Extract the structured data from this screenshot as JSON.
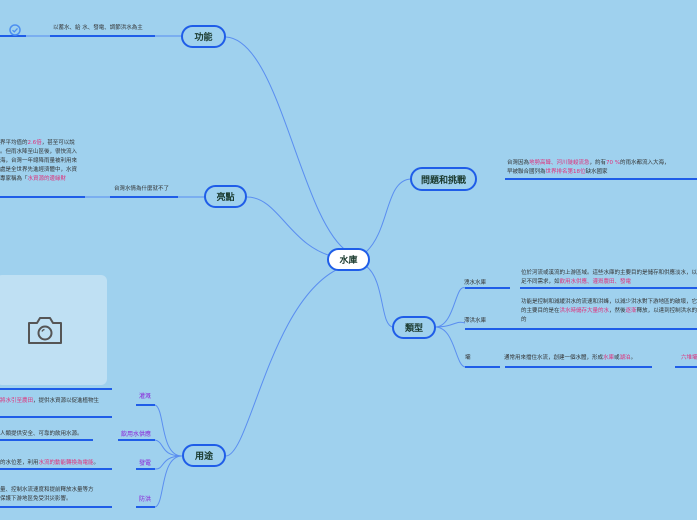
{
  "root": {
    "label": "水庫"
  },
  "branches": {
    "function": {
      "label": "功能",
      "child": "以蓄水、給 水、發電、調節洪水為主"
    },
    "highlight": {
      "label": "亮點",
      "child": "台灣水情為什麼就不了",
      "note_lines": [
        "界平均值的",
        "2.6倍",
        "，甚至可以說",
        "。但雨水降至山區後，很快流入",
        "海，台灣一年總降雨量被利用來",
        "處是全世界先進經濟體中，水資",
        "專家稱為「",
        "水資源的邊緣財"
      ]
    },
    "problems": {
      "label": "問題和挑戰",
      "line1_pre": "台灣因為",
      "line1_hl": "地勢高聳、河川陡峻流急",
      "line1_mid": "，約有",
      "line1_hl2": "70 %",
      "line1_post": "的雨水都流入大海，",
      "line2_pre": "早被聯合國列為",
      "line2_hl": "世界排名第18位",
      "line2_post": "缺水國家"
    },
    "types": {
      "label": "類型",
      "items": [
        {
          "name": "洩水水庫",
          "desc_pre": "位於河流或溪流的上游區域。這些水庫的主要目的是儲存和供應淡水，以滿足不同需求，如",
          "desc_hl": "飲用水供應、灌溉農田、發電"
        },
        {
          "name": "滯洪水庫",
          "desc_pre": "功能是控制和減緩洪水的流速和洪峰，以減少洪水對下游地區的破壞，它們的主要目的是在",
          "desc_hl": "洪水時儲存大量的水",
          "desc_mid": "，然後",
          "desc_hl2": "逐漸",
          "desc_post": "釋放，以達到控制洪水的目的"
        },
        {
          "name": "壩",
          "desc_pre": "通常用來擋住水流，創建一個水體，形成",
          "desc_hl": "水庫",
          "desc_mid": "或",
          "desc_hl2": "湖泊",
          "desc_post": "。",
          "extra": "六堆壩"
        }
      ]
    },
    "uses": {
      "label": "用途",
      "items": [
        {
          "name": "灌溉",
          "desc_hl": "將水引至農田",
          "desc_post": "，提供水資源以促進植物生"
        },
        {
          "name": "飲用水供應",
          "desc_post": "人類提供安全、可靠的飲用水源。"
        },
        {
          "name": "發電",
          "desc_pre": "的水位差，利用",
          "desc_hl": "水流的動能轉換為電能",
          "desc_post": "。"
        },
        {
          "name": "防洪",
          "line1": "量、控制水流速度和提前釋放水量等方",
          "line2": "保護下游地區免受洪災影響。"
        }
      ]
    }
  },
  "icons": {
    "check": "check-circle-icon",
    "camera": "camera-icon"
  },
  "colors": {
    "background": "#9fd1ee",
    "line": "#1f5de8",
    "highlight": "#e0307a",
    "purple": "#8a1fd8"
  }
}
